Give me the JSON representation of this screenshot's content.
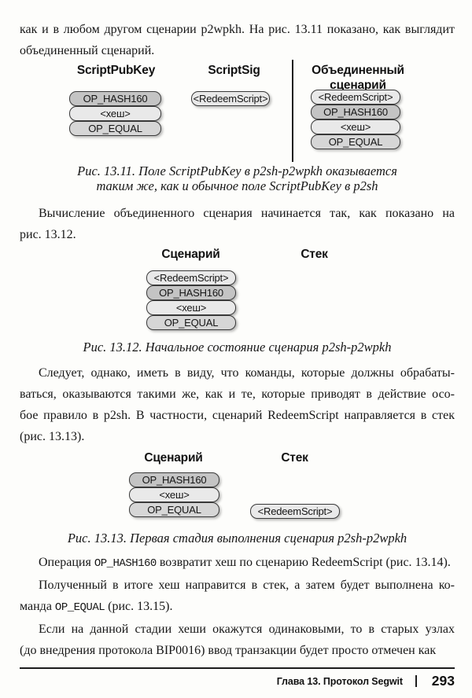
{
  "colors": {
    "box_dark": "#c4c4c4",
    "box_mid": "#d6d6d6",
    "box_light": "#e9e9e9",
    "box_border": "#3a3a3a",
    "text": "#161616"
  },
  "paragraphs": {
    "p1": {
      "indent": false,
      "lines": [
        "как и в любом другом сценарии p2wpkh. На рис. 13.11 показано, как выглядит",
        "объединенный сценарий."
      ]
    },
    "p2": {
      "indent": true,
      "lines": [
        "Вычисление объединенного сценария начинается так, как показано на",
        "рис. 13.12."
      ]
    },
    "p3": {
      "indent": true,
      "lines": [
        "Следует, однако, иметь в виду, что команды, которые должны обрабаты-",
        "ваться, оказываются такими же, как и те, которые приводят в действие осо-",
        "бое правило в p2sh. В частности, сценарий RedeemScript направляется в стек",
        "(рис. 13.13)."
      ]
    },
    "p4": {
      "indent": true,
      "lines": [
        [
          {
            "t": "Операция "
          },
          {
            "t": "OP_HASH160",
            "mono": true
          },
          {
            "t": " возвратит хеш по сценарию RedeemScript (рис. 13.14)."
          }
        ]
      ]
    },
    "p5": {
      "indent": true,
      "lines": [
        "Полученный в итоге хеш направится в стек, а затем будет выполнена ко-",
        [
          {
            "t": "манда "
          },
          {
            "t": "OP_EQUAL",
            "mono": true
          },
          {
            "t": " (рис. 13.15)."
          }
        ]
      ]
    },
    "p6": {
      "indent": true,
      "lines": [
        "Если на данной стадии хеши окажутся одинаковыми, то в старых узлах",
        "(до внедрения протокола BIP0016) ввод транзакции будет просто отмечен как"
      ]
    }
  },
  "figures": {
    "fig11": {
      "columns": [
        {
          "header": "ScriptPubKey",
          "boxes": [
            {
              "label": "OP_HASH160",
              "tone": "dark"
            },
            {
              "label": "<хеш>",
              "tone": "light"
            },
            {
              "label": "OP_EQUAL",
              "tone": "mid"
            }
          ]
        },
        {
          "header": "ScriptSig",
          "boxes": [
            {
              "label": "<RedeemScript>",
              "tone": "light"
            }
          ]
        },
        {
          "header": "Объединенный сценарий",
          "boxes": [
            {
              "label": "<RedeemScript>",
              "tone": "light"
            },
            {
              "label": "OP_HASH160",
              "tone": "dark"
            },
            {
              "label": "<хеш>",
              "tone": "light"
            },
            {
              "label": "OP_EQUAL",
              "tone": "mid"
            }
          ]
        }
      ],
      "caption": {
        "lines": [
          "Рис. 13.11. Поле ScriptPubKey в p2sh-p2wpkh оказывается",
          "таким же, как и обычное поле ScriptPubKey в p2sh"
        ]
      }
    },
    "fig12": {
      "headers": [
        "Сценарий",
        "Стек"
      ],
      "script_boxes": [
        {
          "label": "<RedeemScript>",
          "tone": "light"
        },
        {
          "label": "OP_HASH160",
          "tone": "dark"
        },
        {
          "label": "<хеш>",
          "tone": "light"
        },
        {
          "label": "OP_EQUAL",
          "tone": "mid"
        }
      ],
      "stack_boxes": [],
      "caption": {
        "lines": [
          "Рис. 13.12. Начальное состояние сценария p2sh-p2wpkh"
        ]
      }
    },
    "fig13": {
      "headers": [
        "Сценарий",
        "Стек"
      ],
      "script_boxes": [
        {
          "label": "OP_HASH160",
          "tone": "dark"
        },
        {
          "label": "<хеш>",
          "tone": "light"
        },
        {
          "label": "OP_EQUAL",
          "tone": "mid"
        }
      ],
      "stack_boxes": [
        {
          "label": "<RedeemScript>",
          "tone": "light"
        }
      ],
      "caption": {
        "lines": [
          "Рис. 13.13. Первая стадия выполнения сценария p2sh-p2wpkh"
        ]
      }
    }
  },
  "footer": {
    "chapter": "Глава 13. Протокол Segwit",
    "page_number": "293"
  }
}
